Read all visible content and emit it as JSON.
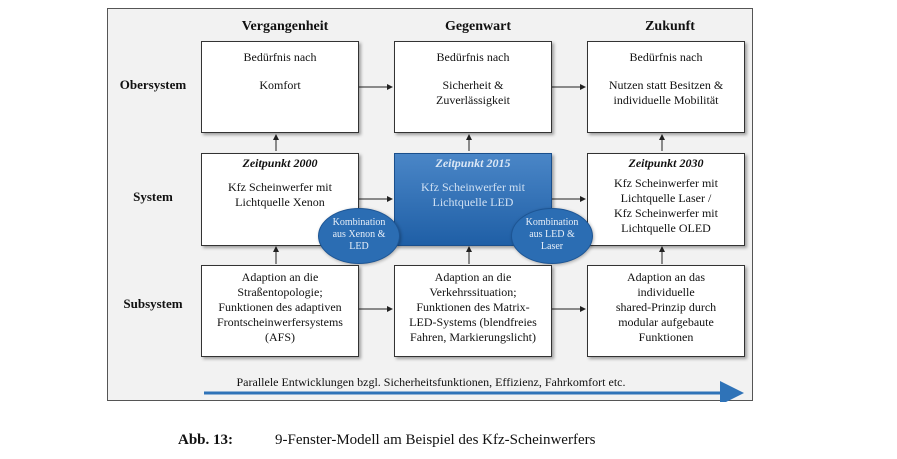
{
  "columns": [
    "Vergangenheit",
    "Gegenwart",
    "Zukunft"
  ],
  "rows": [
    "Obersystem",
    "System",
    "Subsystem"
  ],
  "obersystem": [
    {
      "line1": "Bedürfnis nach",
      "line2": "Komfort"
    },
    {
      "line1": "Bedürfnis nach",
      "line2": "Sicherheit &\nZuverlässigkeit"
    },
    {
      "line1": "Bedürfnis nach",
      "line2": "Nutzen statt Besitzen &\nindividuelle Mobilität"
    }
  ],
  "system": [
    {
      "title": "Zeitpunkt 2000",
      "body": "Kfz Scheinwerfer mit\nLichtquelle Xenon"
    },
    {
      "title": "Zeitpunkt 2015",
      "body": "Kfz Scheinwerfer mit\nLichtquelle LED"
    },
    {
      "title": "Zeitpunkt 2030",
      "body": "Kfz Scheinwerfer mit\nLichtquelle Laser /\nKfz Scheinwerfer mit\nLichtquelle OLED"
    }
  ],
  "subsystem": [
    {
      "body": "Adaption an die\nStraßentopologie;\nFunktionen des adaptiven\nFrontscheinwerfersystems\n(AFS)"
    },
    {
      "body": "Adaption an die\nVerkehrssituation;\nFunktionen des Matrix-\nLED-Systems (blendfreies\nFahren, Markierungslicht)"
    },
    {
      "body": "Adaption an das\nindividuelle\nshared-Prinzip durch\nmodular aufgebaute\nFunktionen"
    }
  ],
  "ellipses": [
    "Kombination\naus Xenon &\nLED",
    "Kombination\naus LED &\nLaser"
  ],
  "bottom_text": "Parallele Entwicklungen bzgl. Sicherheitsfunktionen, Effizienz, Fahrkomfort etc.",
  "caption": {
    "label": "Abb. 13:",
    "text": "9-Fenster-Modell am Beispiel des Kfz-Scheinwerfers"
  },
  "colors": {
    "blue_box": "#2f73b8",
    "ellipse": "#2b6db3",
    "arrow": "#2f73b8"
  }
}
